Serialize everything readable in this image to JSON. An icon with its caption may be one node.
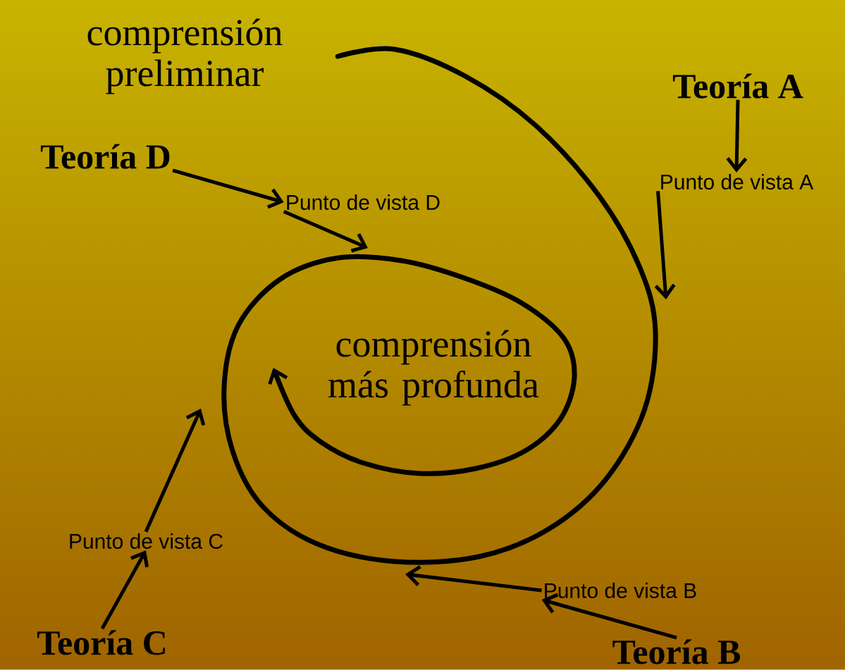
{
  "diagram": {
    "nodes": [
      {
        "text": [
          "comprensión preliminar"
        ]
      },
      {
        "text": [
          "Teoría A"
        ]
      },
      {
        "text": [
          "Punto de vista A"
        ]
      },
      {
        "text": [
          "Teoría B"
        ]
      },
      {
        "text": [
          "Punto de vista B"
        ]
      },
      {
        "text": [
          "Teoría C"
        ]
      },
      {
        "text": [
          "Punto de vista C"
        ]
      },
      {
        "text": [
          "Teoría D"
        ]
      },
      {
        "text": [
          "Punto de vista D"
        ]
      },
      {
        "text": [
          "comprensión más profunda"
        ]
      }
    ],
    "edges": [
      {
        "from": 0,
        "to": 9,
        "arrow": "to"
      },
      {
        "from": 1,
        "to": 2,
        "arrow": "to"
      },
      {
        "from": 2,
        "to": null,
        "arrow": "to"
      },
      {
        "from": 3,
        "to": 4,
        "arrow": "to"
      },
      {
        "from": 4,
        "to": null,
        "arrow": "to"
      },
      {
        "from": 5,
        "to": 6,
        "arrow": "to"
      },
      {
        "from": 6,
        "to": null,
        "arrow": "to"
      },
      {
        "from": 7,
        "to": 8,
        "arrow": "to"
      },
      {
        "from": 8,
        "to": null,
        "arrow": "to"
      }
    ]
  }
}
